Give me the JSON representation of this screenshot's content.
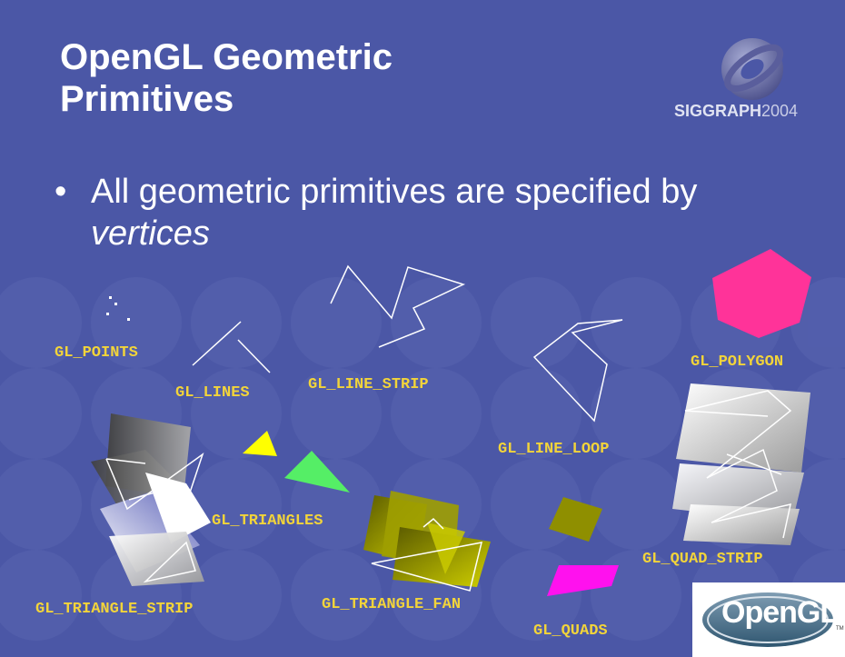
{
  "slide": {
    "title_line1": "OpenGL Geometric",
    "title_line2": "Primitives",
    "bullet_symbol": "•",
    "bullet_text": "All geometric primitives are specified by ",
    "bullet_emphasis": "vertices",
    "siggraph_bold": "SIGGRAPH",
    "siggraph_year": "2004",
    "opengl_logo_text": "OpenGL",
    "opengl_logo_tm": "TM"
  },
  "labels": {
    "points": "GL_POINTS",
    "lines": "GL_LINES",
    "line_strip": "GL_LINE_STRIP",
    "line_loop": "GL_LINE_LOOP",
    "polygon": "GL_POLYGON",
    "triangles": "GL_TRIANGLES",
    "quad_strip": "GL_QUAD_STRIP",
    "triangle_strip": "GL_TRIANGLE_STRIP",
    "triangle_fan": "GL_TRIANGLE_FAN",
    "quads": "GL_QUADS"
  },
  "colors": {
    "background": "#4b57a6",
    "label": "#f2d43a",
    "polygon": "#ff3399",
    "triangle_yellow": "#ffff00",
    "triangle_green": "#55ee66",
    "quad_olive": "#8f8f00",
    "quad_magenta": "#ff11ee"
  }
}
